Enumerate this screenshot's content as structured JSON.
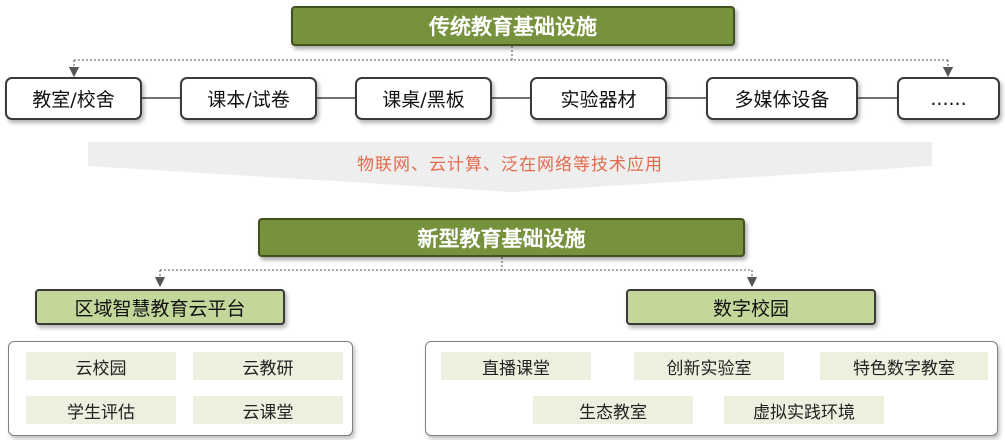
{
  "traditional": {
    "title": "传统教育基础设施",
    "items": [
      "教室/校舍",
      "课本/试卷",
      "课桌/黑板",
      "实验器材",
      "多媒体设备",
      "......"
    ]
  },
  "technology_band": "物联网、云计算、泛在网络等技术应用",
  "new_infra": {
    "title": "新型教育基础设施",
    "regional": {
      "title": "区域智慧教育云平台",
      "items": [
        "云校园",
        "云教研",
        "学生评估",
        "云课堂"
      ]
    },
    "campus": {
      "title": "数字校园",
      "items": [
        "直播课堂",
        "创新实验室",
        "特色数字教室",
        "生态教室",
        "虚拟实践环境"
      ]
    }
  },
  "colors": {
    "title_fill": "#76923c",
    "sub_fill": "#c4d79b",
    "pill_fill": "#ebf1de",
    "band_text": "#e26b4e"
  }
}
